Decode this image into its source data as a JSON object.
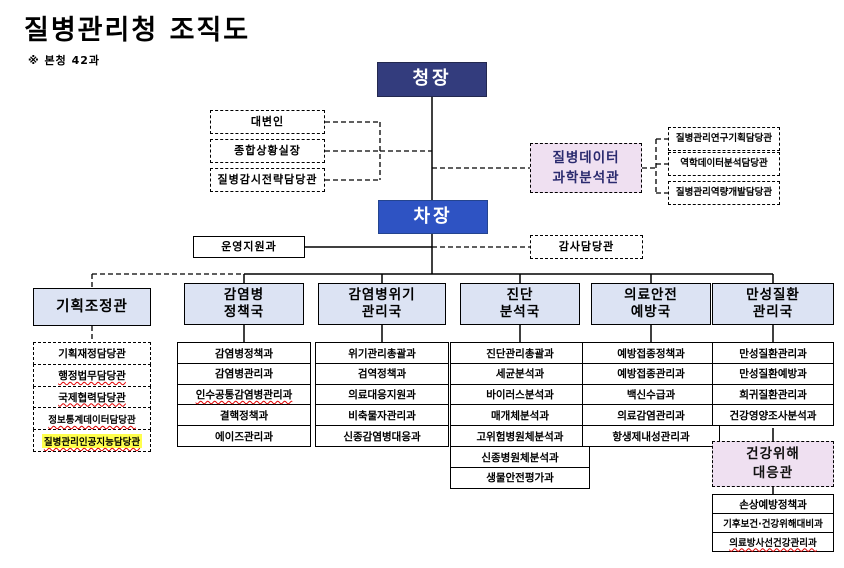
{
  "title": "질병관리청 조직도",
  "note": "※ 본청 42과",
  "chief": {
    "label": "청장"
  },
  "vice_chief": {
    "label": "차장"
  },
  "left_staff": [
    {
      "label": "대변인"
    },
    {
      "label": "종합상황실장"
    },
    {
      "label": "질병감시전략담당관"
    }
  ],
  "data_science_office": {
    "line1": "질병데이터",
    "line2": "과학분석관"
  },
  "right_staff": [
    {
      "label": "질병관리연구기획담당관"
    },
    {
      "label": "역학데이터분석담당관"
    },
    {
      "label": "질병관리역량개발담당관"
    }
  ],
  "operations": {
    "label": "운영지원과"
  },
  "audit": {
    "label": "감사담당관"
  },
  "divisions": [
    {
      "header": {
        "line1": "기획조정관",
        "line2": ""
      },
      "items": [
        {
          "text": "기획재정담당관"
        },
        {
          "text": "행정법무담당관",
          "squiggle": true
        },
        {
          "text": "국제협력담당관"
        },
        {
          "text": "정보통계데이터담당관",
          "squiggle": true
        },
        {
          "text": "질병관리인공지능담당관",
          "squiggle": true,
          "highlight": true
        }
      ]
    },
    {
      "header": {
        "line1": "감염병",
        "line2": "정책국"
      },
      "items": [
        {
          "text": "감염병정책과"
        },
        {
          "text": "감염병관리과"
        },
        {
          "text": "인수공통감염병관리과",
          "squiggle": true
        },
        {
          "text": "결핵정책과"
        },
        {
          "text": "에이즈관리과"
        }
      ]
    },
    {
      "header": {
        "line1": "감염병위기",
        "line2": "관리국"
      },
      "items": [
        {
          "text": "위기관리총괄과"
        },
        {
          "text": "검역정책과"
        },
        {
          "text": "의료대응지원과"
        },
        {
          "text": "비축물자관리과"
        },
        {
          "text": "신종감염병대응과"
        }
      ]
    },
    {
      "header": {
        "line1": "진단",
        "line2": "분석국"
      },
      "items": [
        {
          "text": "진단관리총괄과"
        },
        {
          "text": "세균분석과"
        },
        {
          "text": "바이러스분석과"
        },
        {
          "text": "매개체분석과"
        },
        {
          "text": "고위험병원체분석과"
        },
        {
          "text": "신종병원체분석과"
        },
        {
          "text": "생물안전평가과"
        }
      ]
    },
    {
      "header": {
        "line1": "의료안전",
        "line2": "예방국"
      },
      "items": [
        {
          "text": "예방접종정책과"
        },
        {
          "text": "예방접종관리과"
        },
        {
          "text": "백신수급과"
        },
        {
          "text": "의료감염관리과"
        },
        {
          "text": "항생제내성관리과"
        }
      ]
    },
    {
      "header": {
        "line1": "만성질환",
        "line2": "관리국"
      },
      "items": [
        {
          "text": "만성질환관리과"
        },
        {
          "text": "만성질환예방과"
        },
        {
          "text": "희귀질환관리과"
        },
        {
          "text": "건강영양조사분석과"
        }
      ]
    }
  ],
  "hazard_office": {
    "header": {
      "line1": "건강위해",
      "line2": "대응관"
    },
    "items": [
      {
        "text": "손상예방정책과"
      },
      {
        "text": "기후보건·건강위해대비과"
      },
      {
        "text": "의료방사선건강관리과",
        "squiggle": true
      }
    ]
  },
  "colors": {
    "navy": "#333C7D",
    "bright_blue": "#2E53C3",
    "light_blue": "#DCE3F3",
    "pink": "#EFE0F1",
    "highlight_yellow": "#FFFF4D",
    "squiggle_red": "#E00000"
  }
}
